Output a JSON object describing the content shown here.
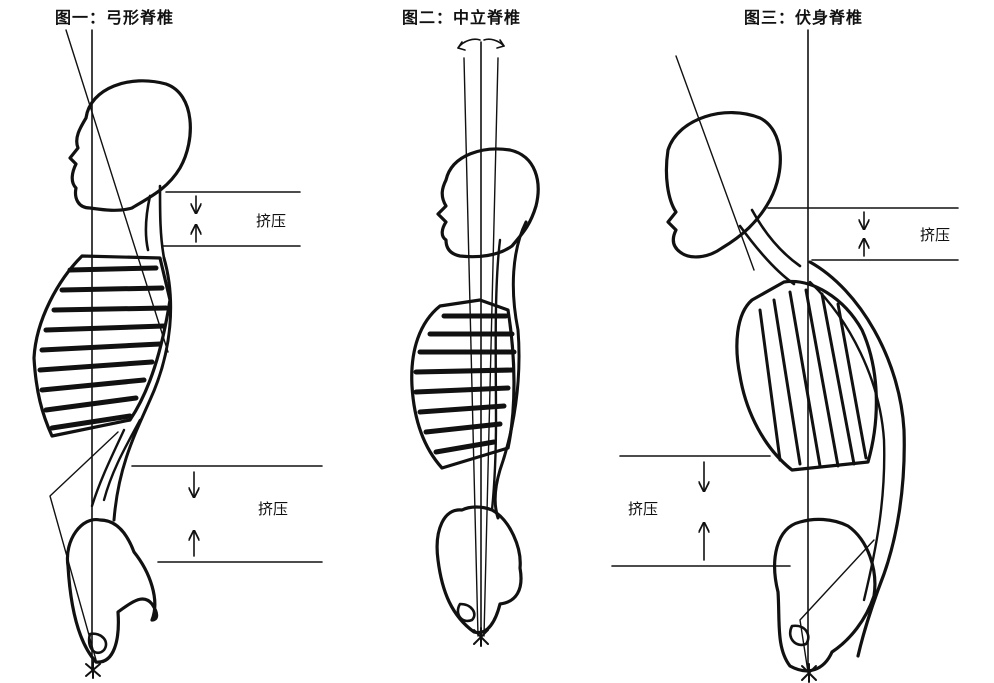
{
  "figures": [
    {
      "title": "图一：弓形脊椎",
      "labels": [
        "挤压",
        "挤压"
      ]
    },
    {
      "title": "图二：中立脊椎",
      "labels": []
    },
    {
      "title": "图三：伏身脊椎",
      "labels": [
        "挤压",
        "挤压"
      ]
    }
  ],
  "colors": {
    "ink": "#111111",
    "background": "#ffffff"
  }
}
